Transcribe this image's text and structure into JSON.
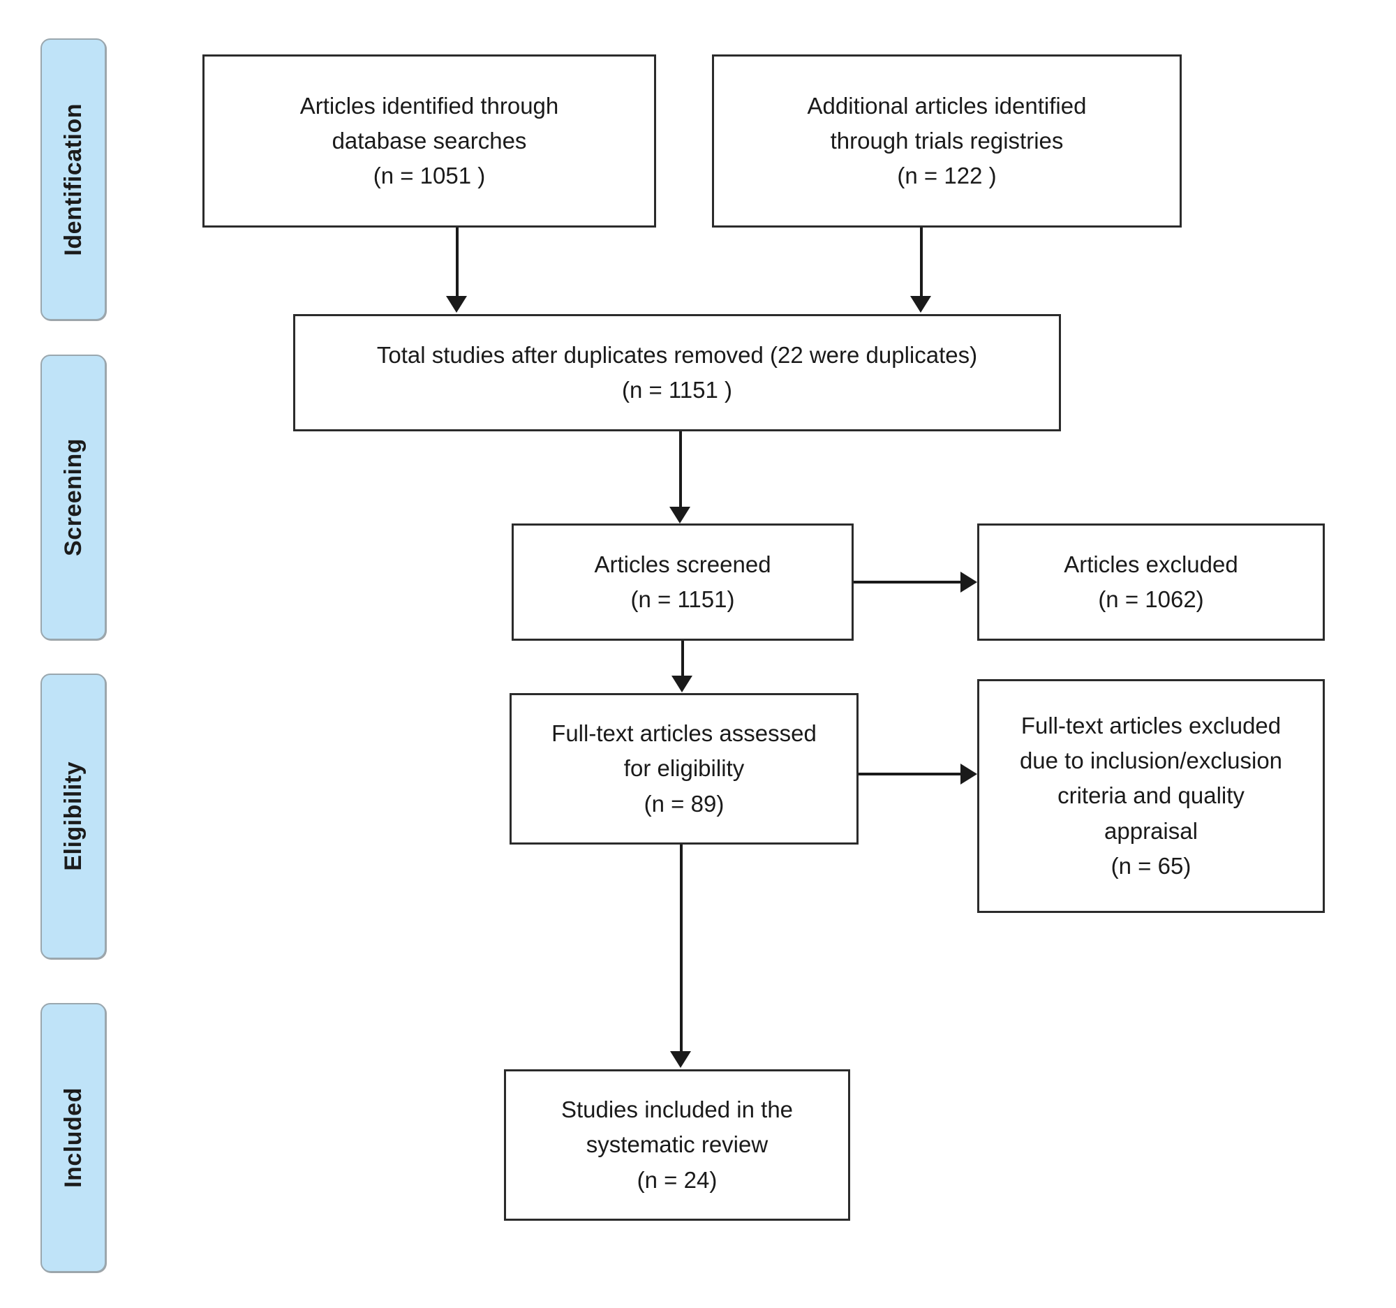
{
  "diagram": {
    "title": "PRISMA study selection flow diagram",
    "accent_color": "#bfe3f8",
    "box_border_color": "#2b2b2b",
    "connector_color": "#1a1a1a"
  },
  "stages": [
    {
      "id": "identification",
      "label": "Identification"
    },
    {
      "id": "screening",
      "label": "Screening"
    },
    {
      "id": "eligibility",
      "label": "Eligibility"
    },
    {
      "id": "included",
      "label": "Included"
    }
  ],
  "boxes": {
    "database_searches": {
      "line1": "Articles identified through",
      "line2": "database searches",
      "line3": "(n = 1051 )",
      "count": 1051
    },
    "trials_registries": {
      "line1": "Additional articles identified",
      "line2": "through trials registries",
      "line3": "(n = 122 )",
      "count": 122
    },
    "duplicates_removed": {
      "line1": "Total studies after duplicates removed (22 were duplicates)",
      "line2": "(n = 1151 )",
      "count": 1151,
      "duplicates": 22
    },
    "articles_screened": {
      "line1": "Articles screened",
      "line2": "(n = 1151)",
      "count": 1151
    },
    "articles_excluded": {
      "line1": "Articles excluded",
      "line2": "(n = 1062)",
      "count": 1062
    },
    "fulltext_assessed": {
      "line1": "Full-text articles assessed",
      "line2": "for eligibility",
      "line3": "(n = 89)",
      "count": 89
    },
    "fulltext_excluded": {
      "line1": "Full-text articles excluded",
      "line2": "due to inclusion/exclusion",
      "line3": "criteria and quality",
      "line4": "appraisal",
      "line5": "(n = 65)",
      "count": 65
    },
    "studies_included": {
      "line1": "Studies included in the",
      "line2": "systematic review",
      "line3": "(n = 24)",
      "count": 24
    }
  },
  "chart_data": {
    "type": "diagram",
    "flow": "PRISMA",
    "nodes": [
      {
        "id": "database_searches",
        "stage": "Identification",
        "n": 1051
      },
      {
        "id": "trials_registries",
        "stage": "Identification",
        "n": 122
      },
      {
        "id": "duplicates_removed",
        "stage": "Screening",
        "n": 1151
      },
      {
        "id": "articles_screened",
        "stage": "Screening",
        "n": 1151
      },
      {
        "id": "articles_excluded",
        "stage": "Screening",
        "n": 1062
      },
      {
        "id": "fulltext_assessed",
        "stage": "Eligibility",
        "n": 89
      },
      {
        "id": "fulltext_excluded",
        "stage": "Eligibility",
        "n": 65
      },
      {
        "id": "studies_included",
        "stage": "Included",
        "n": 24
      }
    ],
    "edges": [
      {
        "from": "database_searches",
        "to": "duplicates_removed"
      },
      {
        "from": "trials_registries",
        "to": "duplicates_removed"
      },
      {
        "from": "duplicates_removed",
        "to": "articles_screened"
      },
      {
        "from": "articles_screened",
        "to": "articles_excluded"
      },
      {
        "from": "articles_screened",
        "to": "fulltext_assessed"
      },
      {
        "from": "fulltext_assessed",
        "to": "fulltext_excluded"
      },
      {
        "from": "fulltext_assessed",
        "to": "studies_included"
      }
    ]
  }
}
